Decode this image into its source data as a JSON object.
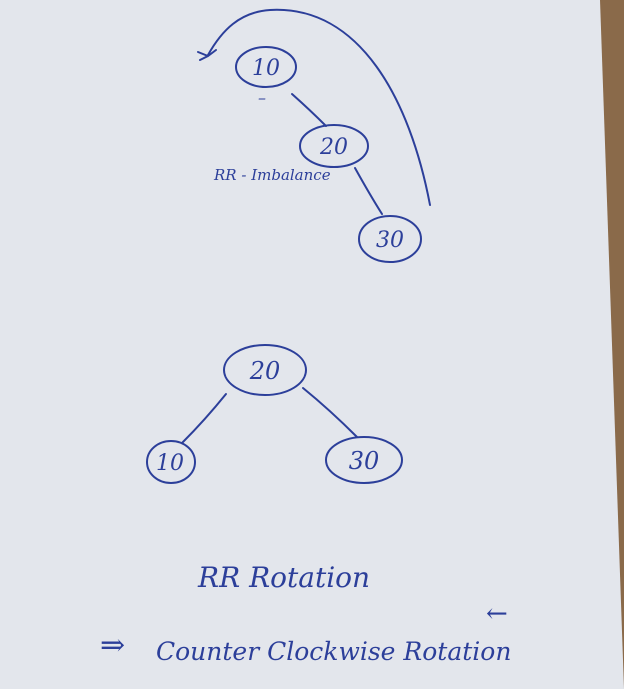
{
  "ink_color": "#2c3f9a",
  "paper_color": "#e3e6ec",
  "table_color": "#8a6a4a",
  "before": {
    "nodes": {
      "n10": {
        "label": "10"
      },
      "n20": {
        "label": "20"
      },
      "n30": {
        "label": "30"
      }
    },
    "balance_mark": "–",
    "imbalance_label": "RR - Imbalance"
  },
  "after": {
    "nodes": {
      "n20": {
        "label": "20"
      },
      "n10": {
        "label": "10"
      },
      "n30": {
        "label": "30"
      }
    }
  },
  "caption": {
    "title": "RR Rotation",
    "note_prefix": "⇒",
    "note": "Counter Clockwise Rotation",
    "note_suffix": "←"
  }
}
